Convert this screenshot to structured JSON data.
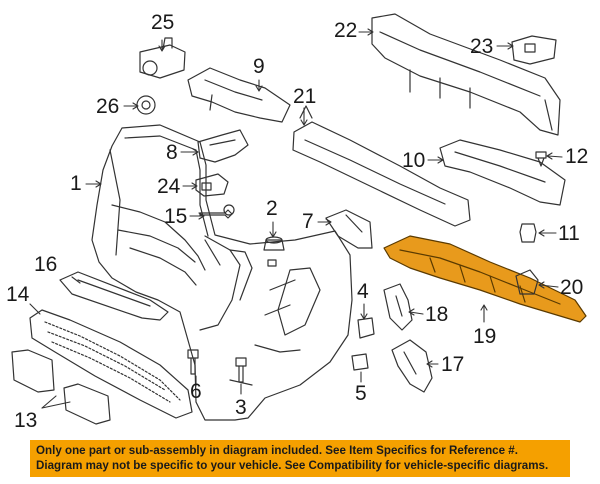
{
  "diagram": {
    "highlight_color": "#f5a000",
    "line_color": "#333333",
    "callouts": [
      {
        "id": "n25",
        "label": "25"
      },
      {
        "id": "n22",
        "label": "22"
      },
      {
        "id": "n23",
        "label": "23"
      },
      {
        "id": "n9",
        "label": "9"
      },
      {
        "id": "n26",
        "label": "26"
      },
      {
        "id": "n21",
        "label": "21"
      },
      {
        "id": "n8",
        "label": "8"
      },
      {
        "id": "n10",
        "label": "10"
      },
      {
        "id": "n12",
        "label": "12"
      },
      {
        "id": "n1",
        "label": "1"
      },
      {
        "id": "n24",
        "label": "24"
      },
      {
        "id": "n2",
        "label": "2"
      },
      {
        "id": "n15",
        "label": "15"
      },
      {
        "id": "n7",
        "label": "7"
      },
      {
        "id": "n11",
        "label": "11"
      },
      {
        "id": "n16",
        "label": "16"
      },
      {
        "id": "n20",
        "label": "20"
      },
      {
        "id": "n14",
        "label": "14"
      },
      {
        "id": "n4",
        "label": "4"
      },
      {
        "id": "n18",
        "label": "18"
      },
      {
        "id": "n19",
        "label": "19"
      },
      {
        "id": "n17",
        "label": "17"
      },
      {
        "id": "n6",
        "label": "6"
      },
      {
        "id": "n3",
        "label": "3"
      },
      {
        "id": "n5",
        "label": "5"
      },
      {
        "id": "n13",
        "label": "13"
      }
    ]
  },
  "notice": {
    "line1": "Only one part or sub-assembly in diagram included. See Item Specifics for Reference #.",
    "line2": "Diagram may not be specific to your vehicle. See Compatibility for vehicle-specific diagrams."
  }
}
